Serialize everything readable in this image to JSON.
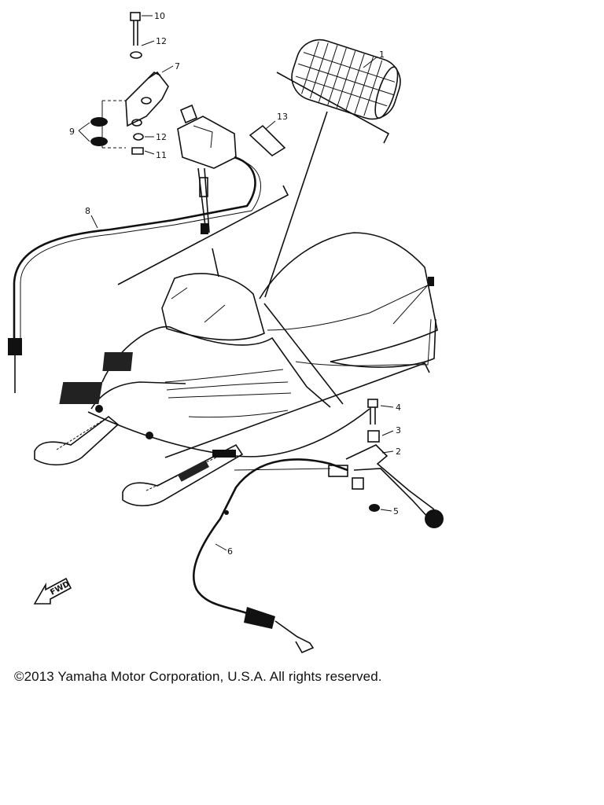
{
  "callouts": [
    {
      "number": "1"
    },
    {
      "number": "2"
    },
    {
      "number": "3"
    },
    {
      "number": "4"
    },
    {
      "number": "5"
    },
    {
      "number": "6"
    },
    {
      "number": "7"
    },
    {
      "number": "8"
    },
    {
      "number": "9"
    },
    {
      "number": "10"
    },
    {
      "number": "11"
    },
    {
      "number": "12"
    },
    {
      "number": "12"
    },
    {
      "number": "13"
    }
  ],
  "direction_marker": "FWD",
  "copyright": "©2013 Yamaha Motor Corporation, U.S.A. All rights reserved."
}
